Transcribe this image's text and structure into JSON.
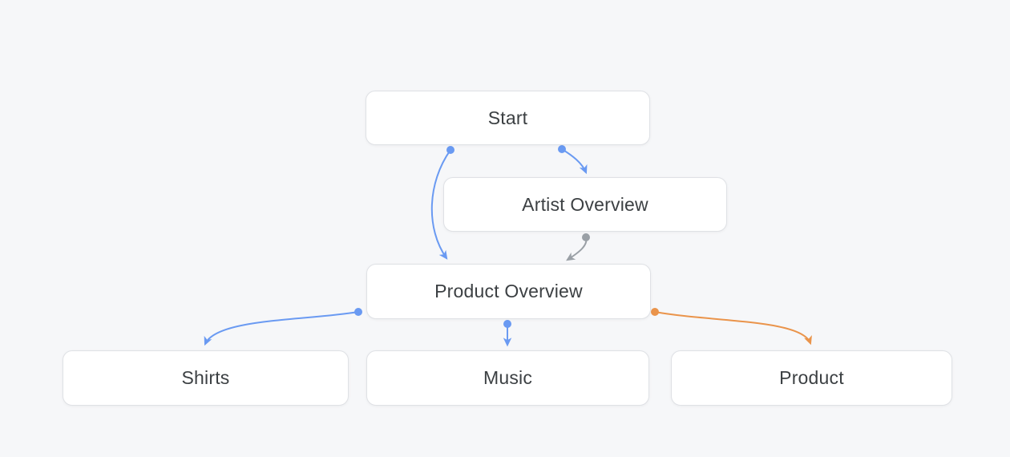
{
  "diagram": {
    "nodes": {
      "start": {
        "label": "Start"
      },
      "artist_overview": {
        "label": "Artist Overview"
      },
      "product_overview": {
        "label": "Product Overview"
      },
      "shirts": {
        "label": "Shirts"
      },
      "music": {
        "label": "Music"
      },
      "product": {
        "label": "Product"
      }
    },
    "edges": [
      {
        "from": "Start",
        "to": "Artist Overview",
        "color": "blue"
      },
      {
        "from": "Start",
        "to": "Product Overview",
        "color": "blue"
      },
      {
        "from": "Artist Overview",
        "to": "Product Overview",
        "color": "gray"
      },
      {
        "from": "Product Overview",
        "to": "Shirts",
        "color": "blue"
      },
      {
        "from": "Product Overview",
        "to": "Music",
        "color": "blue"
      },
      {
        "from": "Product Overview",
        "to": "Product",
        "color": "orange"
      }
    ],
    "edge_colors": {
      "blue": "#6A9AF2",
      "gray": "#9AA0A6",
      "orange": "#EA944B"
    },
    "node_style": {
      "background": "#FFFFFF",
      "border": "#DFE1E5",
      "text": "#3C4043"
    },
    "canvas_background": "#F6F7F9"
  }
}
